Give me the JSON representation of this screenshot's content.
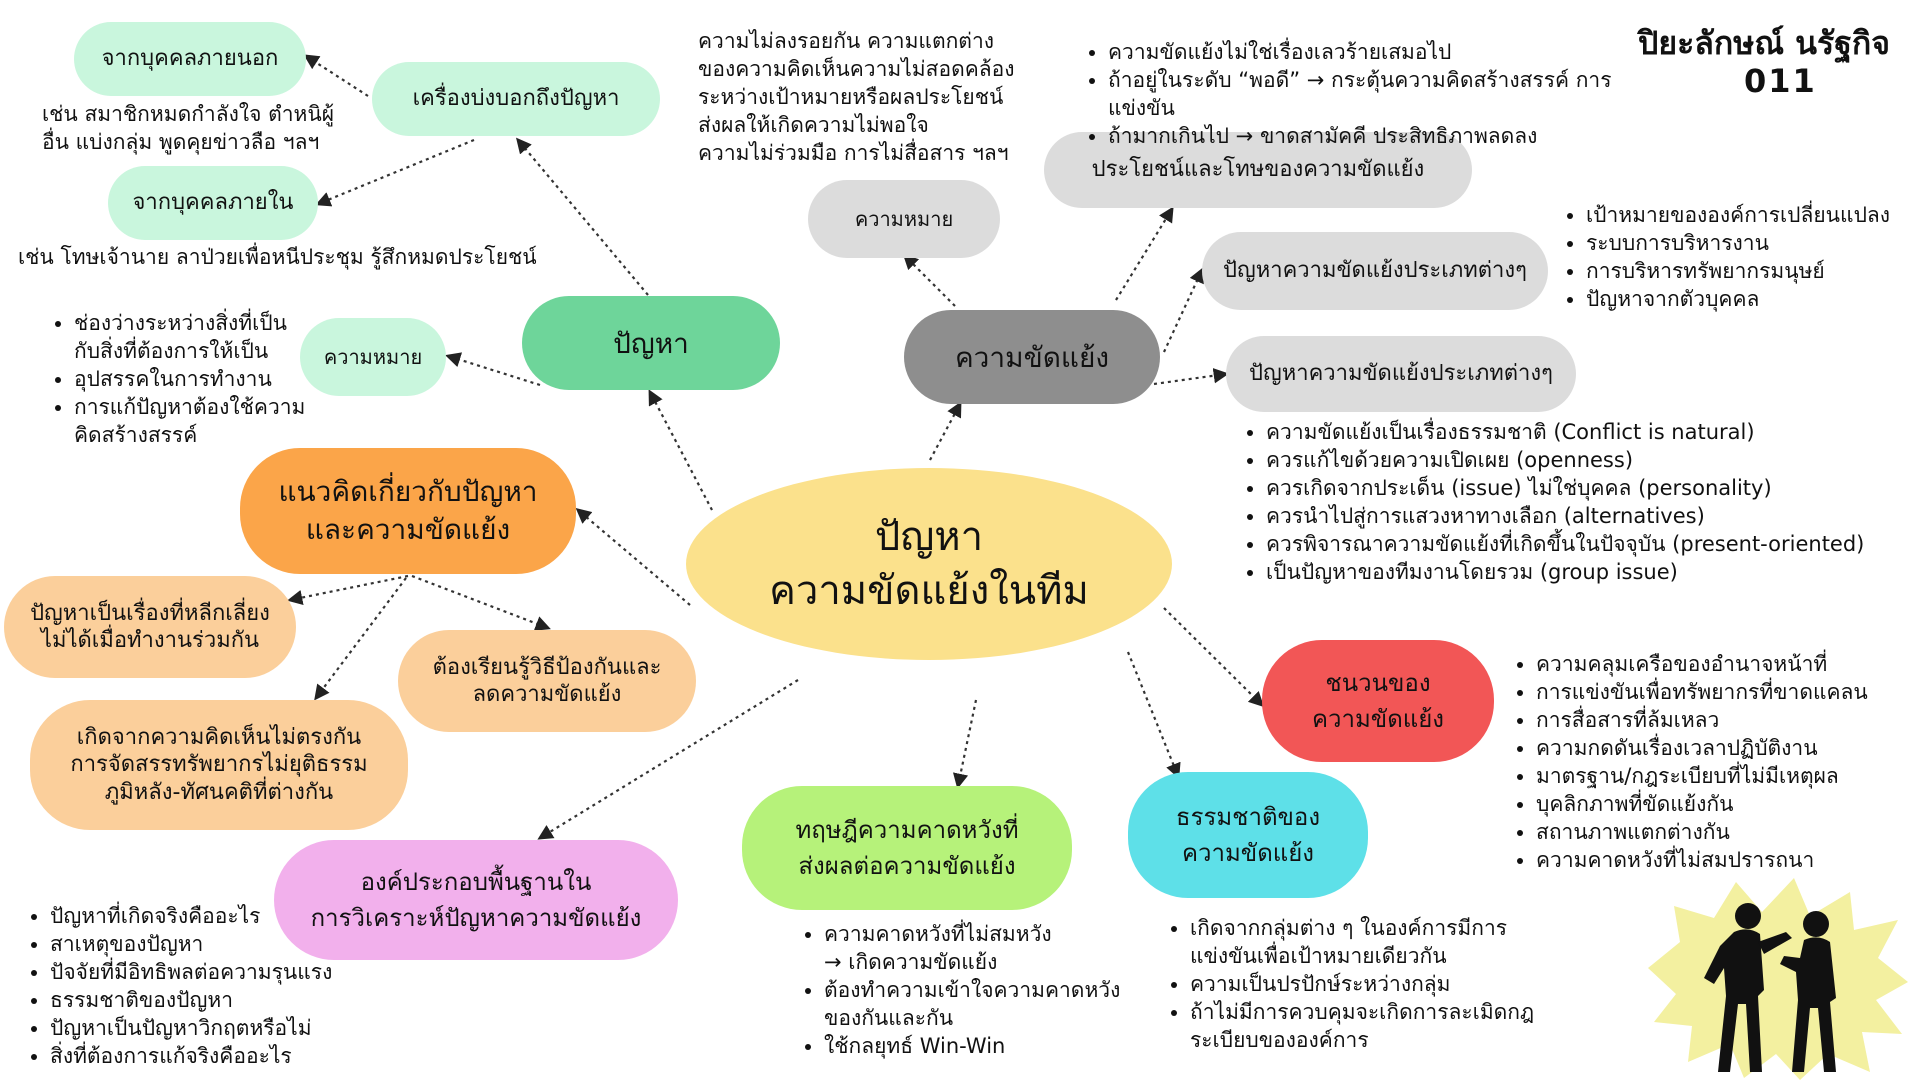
{
  "author": {
    "name": "ปิยะลักษณ์ นรัฐกิจ",
    "code": "011"
  },
  "center": {
    "label": "ปัญหา\nความขัดแย้งในทีม"
  },
  "problem": {
    "label": "ปัญหา",
    "signs": {
      "label": "เครื่องบ่งบอกถึงปัญหา",
      "external": {
        "label": "จากบุคคลภายนอก",
        "example": "เช่น สมาชิกหมดกำลังใจ ตำหนิผู้\nอื่น แบ่งกลุ่ม พูดคุยข่าวลือ ฯลฯ"
      },
      "internal": {
        "label": "จากบุคคลภายใน",
        "example": "เช่น โทษเจ้านาย ลาป่วยเพื่อหนีประชุม รู้สึกหมดประโยชน์"
      }
    },
    "meaning": {
      "label": "ความหมาย",
      "bullets": [
        "ช่องว่างระหว่างสิ่งที่เป็น\nกับสิ่งที่ต้องการให้เป็น",
        "อุปสรรคในการทำงาน",
        "การแก้ปัญหาต้องใช้ความ\nคิดสร้างสรรค์"
      ]
    }
  },
  "conflict": {
    "label": "ความขัดแย้ง",
    "meaning": {
      "label": "ความหมาย",
      "text": "ความไม่ลงรอยกัน ความแตกต่าง\nของความคิดเห็นความไม่สอดคล้อง\nระหว่างเป้าหมายหรือผลประโยชน์\nส่งผลให้เกิดความไม่พอใจ\nความไม่ร่วมมือ การไม่สื่อสาร ฯลฯ"
    },
    "pros_cons": {
      "label": "ประโยชน์และโทษของความขัดแย้ง",
      "bullets": [
        "ความขัดแย้งไม่ใช่เรื่องเลวร้ายเสมอไป",
        "ถ้าอยู่ในระดับ “พอดี” → กระตุ้นความคิดสร้างสรรค์ การแข่งขัน",
        "ถ้ามากเกินไป → ขาดสามัคคี ประสิทธิภาพลดลง"
      ]
    },
    "types": {
      "label": "ปัญหาความขัดแย้งประเภทต่างๆ",
      "bullets": [
        "เป้าหมายขององค์การเปลี่ยนแปลง",
        "ระบบการบริหารงาน",
        "การบริหารทรัพยากรมนุษย์",
        "ปัญหาจากตัวบุคคล"
      ]
    },
    "types2": {
      "label": "ปัญหาความขัดแย้งประเภทต่างๆ",
      "bullets": [
        "ความขัดแย้งเป็นเรื่องธรรมชาติ (Conflict is natural)",
        "ควรแก้ไขด้วยความเปิดเผย (openness)",
        "ควรเกิดจากประเด็น (issue) ไม่ใช่บุคคล (personality)",
        "ควรนำไปสู่การแสวงหาทางเลือก (alternatives)",
        "ควรพิจารณาความขัดแย้งที่เกิดขึ้นในปัจจุบัน (present-oriented)",
        "เป็นปัญหาของทีมงานโดยรวม (group issue)"
      ]
    }
  },
  "concept": {
    "label": "แนวคิดเกี่ยวกับปัญหา\nและความขัดแย้ง",
    "unavoidable": "ปัญหาเป็นเรื่องที่หลีกเลี่ยง\nไม่ได้เมื่อทำงานร่วมกัน",
    "prevent": "ต้องเรียนรู้วิธีป้องกันและ\nลดความขัดแย้ง",
    "causes": "เกิดจากความคิดเห็นไม่ตรงกัน\nการจัดสรรทรัพยากรไม่ยุติธรรม\nภูมิหลัง-ทัศนคติที่ต่างกัน"
  },
  "components": {
    "label": "องค์ประกอบพื้นฐานใน\nการวิเคราะห์ปัญหาความขัดแย้ง",
    "bullets": [
      "ปัญหาที่เกิดจริงคืออะไร",
      "สาเหตุของปัญหา",
      "ปัจจัยที่มีอิทธิพลต่อความรุนแรง",
      "ธรรมชาติของปัญหา",
      "ปัญหาเป็นปัญหาวิกฤตหรือไม่",
      "สิ่งที่ต้องการแก้จริงคืออะไร"
    ]
  },
  "expectation": {
    "label": "ทฤษฎีความคาดหวังที่\nส่งผลต่อความขัดแย้ง",
    "bullets": [
      "ความคาดหวังที่ไม่สมหวัง\n→ เกิดความขัดแย้ง",
      "ต้องทำความเข้าใจความคาดหวัง\nของกันและกัน",
      "ใช้กลยุทธ์ Win-Win"
    ]
  },
  "nature": {
    "label": "ธรรมชาติของ\nความขัดแย้ง",
    "bullets": [
      "เกิดจากกลุ่มต่าง ๆ ในองค์การมีการ\nแข่งขันเพื่อเป้าหมายเดียวกัน",
      "ความเป็นปรปักษ์ระหว่างกลุ่ม",
      "ถ้าไม่มีการควบคุมจะเกิดการละเมิดกฎ\nระเบียบขององค์การ"
    ]
  },
  "origins": {
    "label": "ชนวนของ\nความขัดแย้ง",
    "bullets": [
      "ความคลุมเครือของอำนาจหน้าที่",
      "การแข่งขันเพื่อทรัพยากรที่ขาดแคลน",
      "การสื่อสารที่ล้มเหลว",
      "ความกดดันเรื่องเวลาปฏิบัติงาน",
      "มาตรฐาน/กฎระเบียบที่ไม่มีเหตุผล",
      "บุคลิกภาพที่ขัดแย้งกัน",
      "สถานภาพแตกต่างกัน",
      "ความคาดหวังที่ไม่สมปรารถนา"
    ]
  },
  "colors": {
    "center": "#fbe18c",
    "problem": "#6ed59a",
    "problem_sub": "#c9f6dd",
    "conflict": "#8e8e8e",
    "conflict_sub": "#dcdcdc",
    "concept": "#fba549",
    "concept_sub": "#fbcf9b",
    "expectation": "#b6f27a",
    "nature": "#5ee0e8",
    "origins": "#f25656",
    "components": "#f2b0ec"
  },
  "illustration": {
    "icon": "two-people-arguing-icon",
    "burst_color": "#f3f0a0"
  }
}
